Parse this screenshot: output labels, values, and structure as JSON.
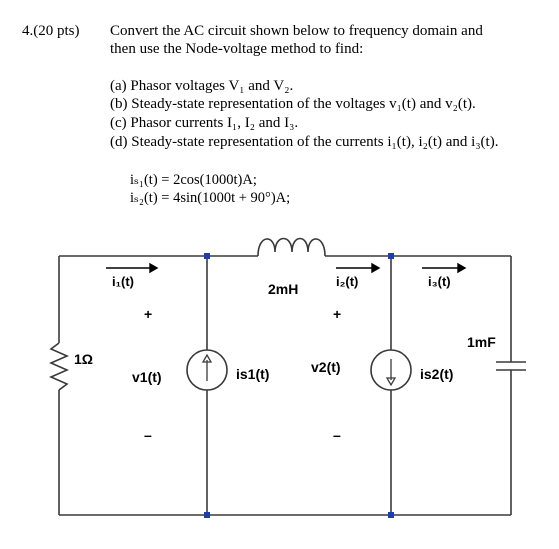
{
  "question": {
    "number": "4.(20 pts)",
    "intro_line1": "Convert the AC circuit shown below to frequency domain and",
    "intro_line2": "then use the Node-voltage method to find:",
    "items": [
      "(a) Phasor voltages V₁ and V₂.",
      "(b) Steady-state representation of the voltages v₁(t) and v₂(t).",
      "(c) Phasor currents I₁, I₂ and I₃.",
      "(d) Steady-state representation of the currents i₁(t), i₂(t) and i₃(t)."
    ],
    "equations": [
      "iₛ₁(t) = 2cos(1000t)A;",
      "iₛ₂(t) = 4sin(1000t + 90°)A;"
    ]
  },
  "circuit": {
    "resistor": "1Ω",
    "inductor": "2mH",
    "capacitor": "1mF",
    "i1": "i₁(t)",
    "i2": "i₂(t)",
    "i3": "i₃(t)",
    "v1": "v1(t)",
    "v2": "v2(t)",
    "plus": "+",
    "minus": "–",
    "source1": "is1(t)",
    "source2": "is2(t)",
    "wire_color": "#3a3a3a",
    "node_color": "#1f3ea8"
  }
}
